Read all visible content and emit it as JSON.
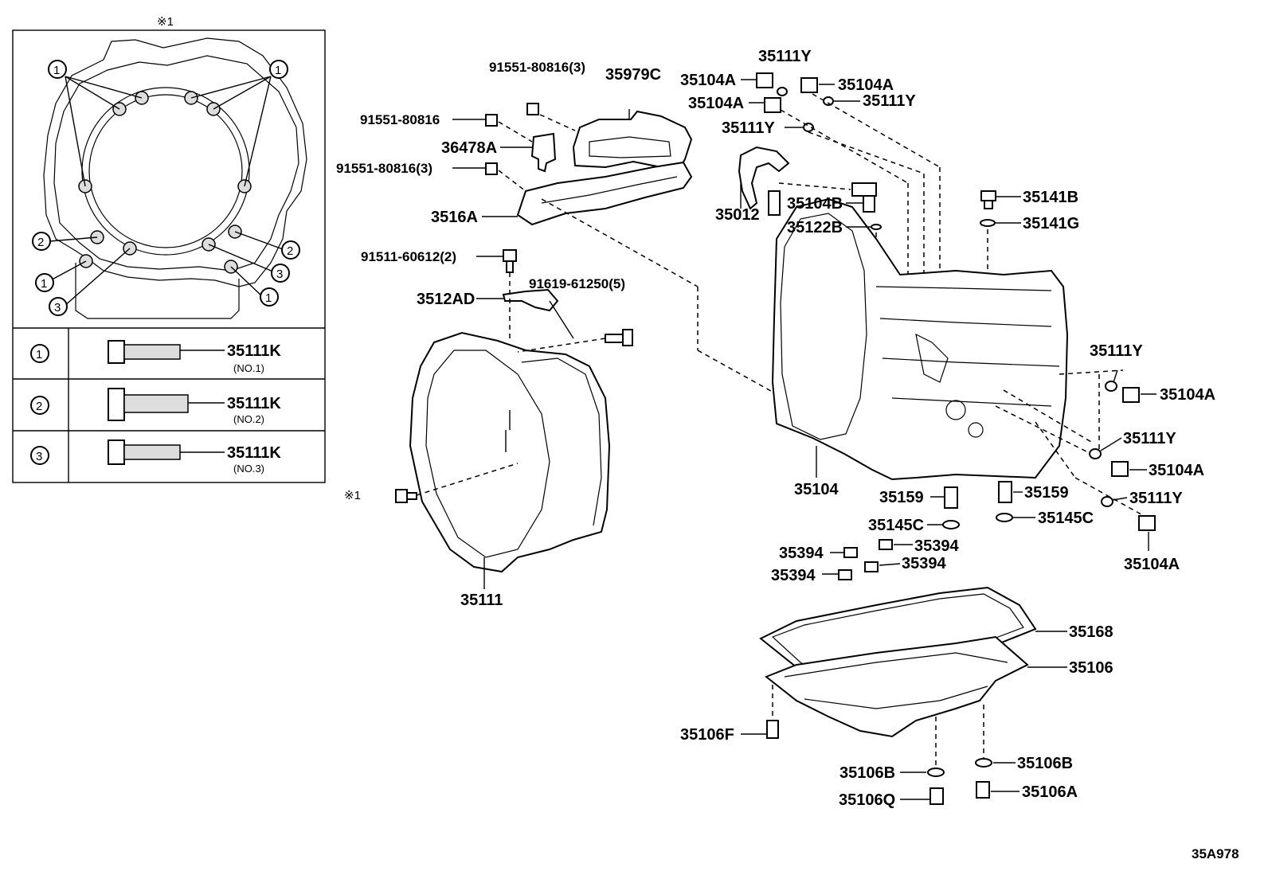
{
  "diagram_code": "35A978",
  "inset": {
    "header_mark": "※1",
    "callouts": [
      "1",
      "1",
      "2",
      "2",
      "3",
      "1",
      "3",
      "1"
    ],
    "table": [
      {
        "num": "1",
        "part": "35111K",
        "note": "(NO.1)"
      },
      {
        "num": "2",
        "part": "35111K",
        "note": "(NO.2)"
      },
      {
        "num": "3",
        "part": "35111K",
        "note": "(NO.3)"
      }
    ]
  },
  "labels": {
    "p91551_3_top": "91551-80816(3)",
    "p35979C": "35979C",
    "p91551_mid": "91551-80816",
    "p36478A": "36478A",
    "p91551_3_low": "91551-80816(3)",
    "p3516A": "3516A",
    "p91511": "91511-60612(2)",
    "p3512AD": "3512AD",
    "p91619": "91619-61250(5)",
    "pRef1": "※1",
    "p35111": "35111",
    "p35111Y_top": "35111Y",
    "p35104A_tl": "35104A",
    "p35104A_tr": "35104A",
    "p35104A_ml": "35104A",
    "p35111Y_r1": "35111Y",
    "p35111Y_r2": "35111Y",
    "p35012": "35012",
    "p35104B": "35104B",
    "p35122B": "35122B",
    "p35141B": "35141B",
    "p35141G": "35141G",
    "p35104": "35104",
    "p35111Y_s1": "35111Y",
    "p35104A_s1": "35104A",
    "p35111Y_s2": "35111Y",
    "p35104A_s2": "35104A",
    "p35111Y_s3": "35111Y",
    "p35104A_s3": "35104A",
    "p35159_l": "35159",
    "p35159_r": "35159",
    "p35145C_l": "35145C",
    "p35145C_r": "35145C",
    "p35394_a": "35394",
    "p35394_b": "35394",
    "p35394_c": "35394",
    "p35394_d": "35394",
    "p35168": "35168",
    "p35106": "35106",
    "p35106F": "35106F",
    "p35106B_l": "35106B",
    "p35106B_r": "35106B",
    "p35106Q": "35106Q",
    "p35106A": "35106A"
  }
}
